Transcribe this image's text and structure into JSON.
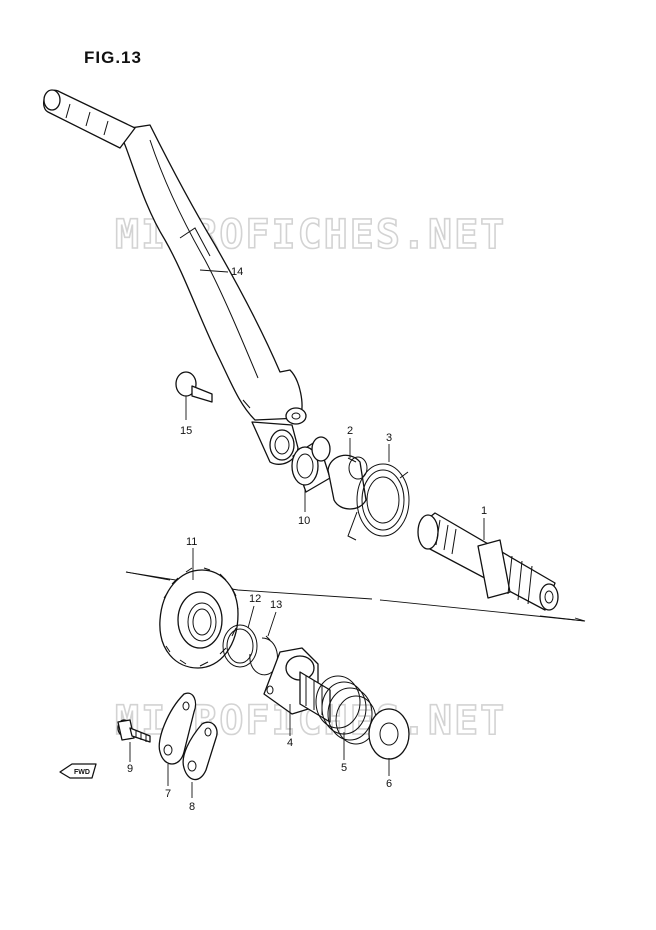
{
  "figure": {
    "title": "FIG.13"
  },
  "watermark": {
    "text": "MICROFICHES.NET"
  },
  "fwd_marker": {
    "text": "FWD",
    "icon": "fwd-arrow-icon"
  },
  "callouts": [
    {
      "id": "1",
      "label": "1"
    },
    {
      "id": "2",
      "label": "2"
    },
    {
      "id": "3",
      "label": "3"
    },
    {
      "id": "4",
      "label": "4"
    },
    {
      "id": "5",
      "label": "5"
    },
    {
      "id": "6",
      "label": "6"
    },
    {
      "id": "7",
      "label": "7"
    },
    {
      "id": "8",
      "label": "8"
    },
    {
      "id": "9",
      "label": "9"
    },
    {
      "id": "10",
      "label": "10"
    },
    {
      "id": "11",
      "label": "11"
    },
    {
      "id": "12",
      "label": "12"
    },
    {
      "id": "13",
      "label": "13"
    },
    {
      "id": "14",
      "label": "14"
    },
    {
      "id": "15",
      "label": "15"
    }
  ]
}
